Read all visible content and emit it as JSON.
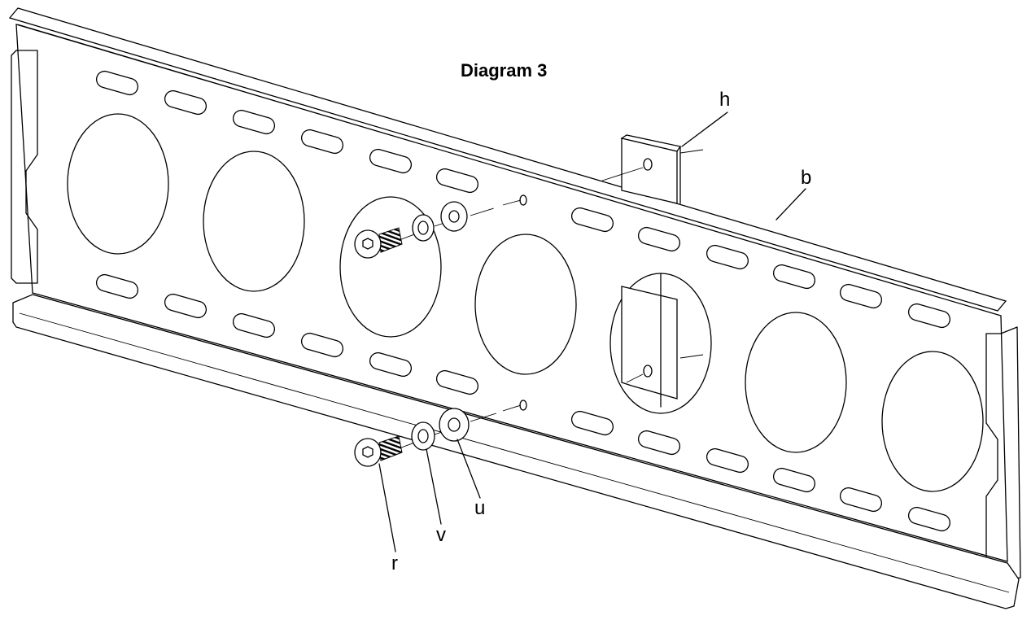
{
  "diagram": {
    "title": "Diagram 3",
    "labels": {
      "h": "h",
      "b": "b",
      "u": "u",
      "v": "v",
      "r": "r"
    }
  }
}
